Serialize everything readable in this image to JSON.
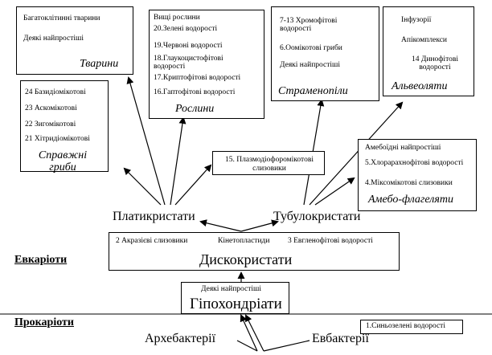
{
  "boxes": {
    "animals": {
      "items": [
        "Багатоклітинні тварини",
        "Деякі найпростіші"
      ],
      "label": "Тварини"
    },
    "plants": {
      "items": [
        "Вищі рослини",
        "20.Зелені водорості",
        "19.Червоні водорості",
        "18.Глаукоцистофітові водорості",
        "17.Криптофітові водорості",
        "16.Гаптофітові водорості"
      ],
      "label": "Рослини"
    },
    "stramenopiles": {
      "items": [
        "7-13 Хромофітові водорості",
        "6.Оомікотові гриби",
        "Деякі найпростіші"
      ],
      "label": "Страменопіли"
    },
    "alveolates": {
      "items": [
        "Інфузорії",
        "Апікомплекси",
        "14 Динофітові водорості"
      ],
      "label": "Альвеоляти"
    },
    "true_fungi": {
      "items": [
        "24 Базидіомікотові",
        "23 Аскомікотові",
        "22 Зигомікотові",
        "21 Хітридіомікотові"
      ],
      "label": "Справжні гриби"
    },
    "plasmodiophoro": {
      "text": "15. Плазмодіофоромікотові слизовики"
    },
    "amoeboflagellates": {
      "items": [
        "Амебоїдні найпростіші",
        "5.Хлорарахнофітові водорості",
        "4.Міксомікотові слизовики"
      ],
      "label": "Амебо-флагеляти"
    },
    "discocristates": {
      "items": [
        "2 Акразієві слизовики",
        "Кінетопластиди",
        "3 Евгленофітові водорості"
      ],
      "label": "Дискокристати"
    },
    "hypochondriates": {
      "item": "Деякі найпростіші",
      "label": "Гіпохондріати"
    },
    "cyanobacteria": {
      "text": "1.Синьозелені водорості"
    }
  },
  "labels": {
    "platycristates": "Платикристати",
    "tubulocristates": "Тубулокристати",
    "archaebacteria": "Архебактерії",
    "eubacteria": "Евбактерії"
  },
  "ranks": {
    "eukaryotes": "Евкаріоти",
    "prokaryotes": "Прокаріоти"
  }
}
